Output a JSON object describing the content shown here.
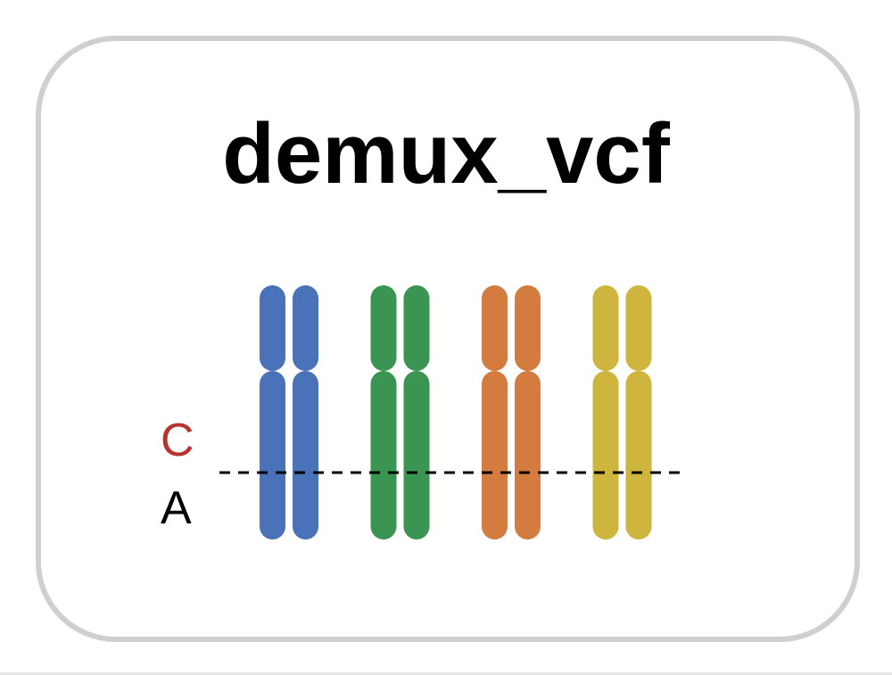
{
  "title": "demux_vcf",
  "alleles": {
    "alt": "C",
    "ref": "A"
  },
  "colors": {
    "border": "#cfcfcf",
    "title": "#000000",
    "alt_allele": "#b7332e",
    "ref_allele": "#000000",
    "snp_line": "#000000"
  },
  "chromosome_pairs": [
    {
      "name": "blue",
      "color": "#4a72b8"
    },
    {
      "name": "green",
      "color": "#3a9553"
    },
    {
      "name": "orange",
      "color": "#d47b40"
    },
    {
      "name": "yellow",
      "color": "#cdb53e"
    }
  ]
}
